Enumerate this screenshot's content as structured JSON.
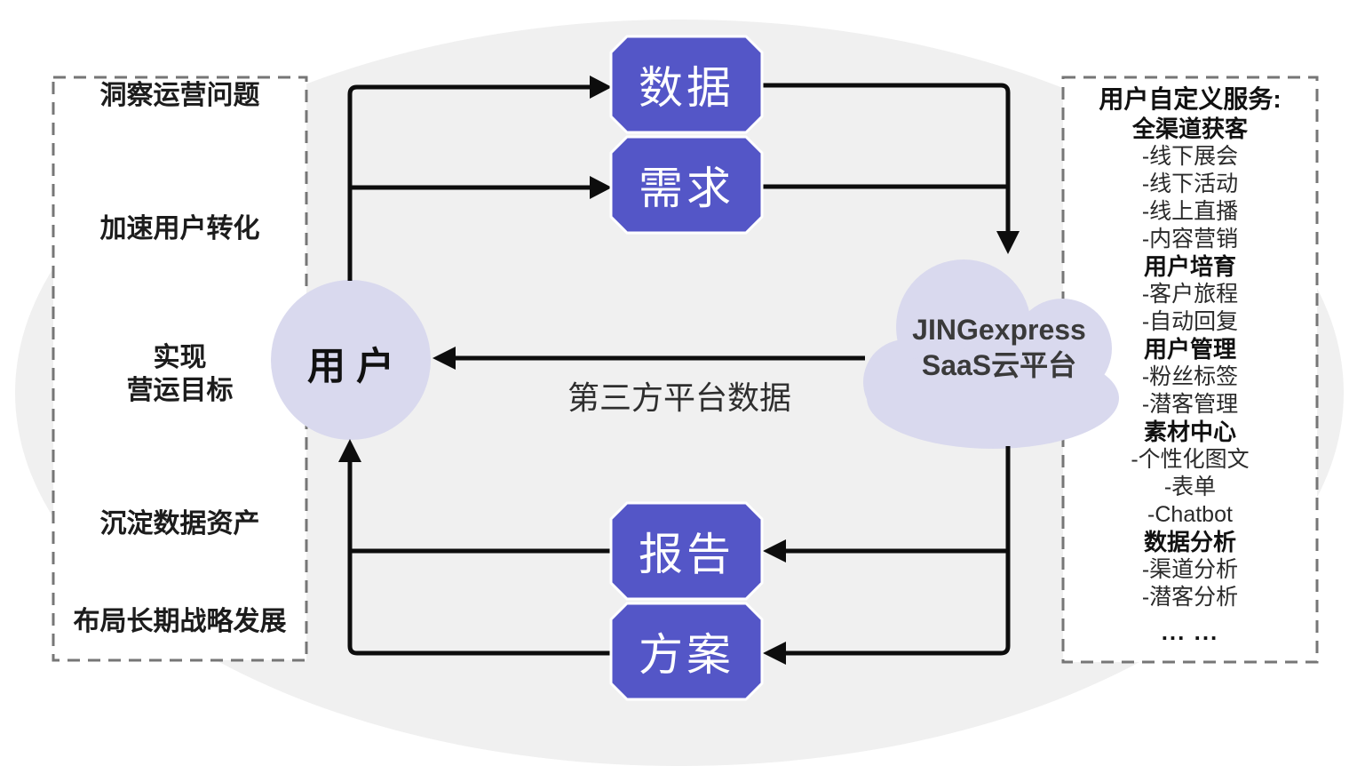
{
  "diagram_title": "JINGexpress SaaS platform user flow diagram",
  "colors": {
    "node_purple": "#5456C7",
    "light_lavender": "#D9D9EE",
    "background_ellipse_gray": "#F0F0F0",
    "arrow_black": "#0d0d0d",
    "dashed_border_gray": "#767676"
  },
  "left_panel": {
    "items": [
      {
        "text": "洞察运营问题"
      },
      {
        "text": "加速用户转化"
      },
      {
        "text": "实现\n营运目标"
      },
      {
        "text": "沉淀数据资产"
      },
      {
        "text": "布局长期战略发展"
      }
    ]
  },
  "user_node": {
    "label": "用 户"
  },
  "flow_nodes": {
    "data": "数据",
    "demand": "需求",
    "report": "报告",
    "solution": "方案"
  },
  "cloud_node": {
    "line1": "JINGexpress",
    "line2": "SaaS云平台"
  },
  "middle_arrow_label": "第三方平台数据",
  "right_panel": {
    "title": "用户自定义服务:",
    "items": [
      {
        "text": "全渠道获客"
      },
      {
        "text": "-线下展会"
      },
      {
        "text": "-线下活动"
      },
      {
        "text": "-线上直播"
      },
      {
        "text": "-内容营销"
      },
      {
        "text": "用户培育"
      },
      {
        "text": "-客户旅程"
      },
      {
        "text": "-自动回复"
      },
      {
        "text": "用户管理"
      },
      {
        "text": "-粉丝标签"
      },
      {
        "text": "-潜客管理"
      },
      {
        "text": "素材中心"
      },
      {
        "text": "-个性化图文"
      },
      {
        "text": "-表单"
      },
      {
        "text": "-Chatbot"
      },
      {
        "text": "数据分析"
      },
      {
        "text": "-渠道分析"
      },
      {
        "text": "-潜客分析"
      },
      {
        "text": "... ..."
      }
    ]
  }
}
